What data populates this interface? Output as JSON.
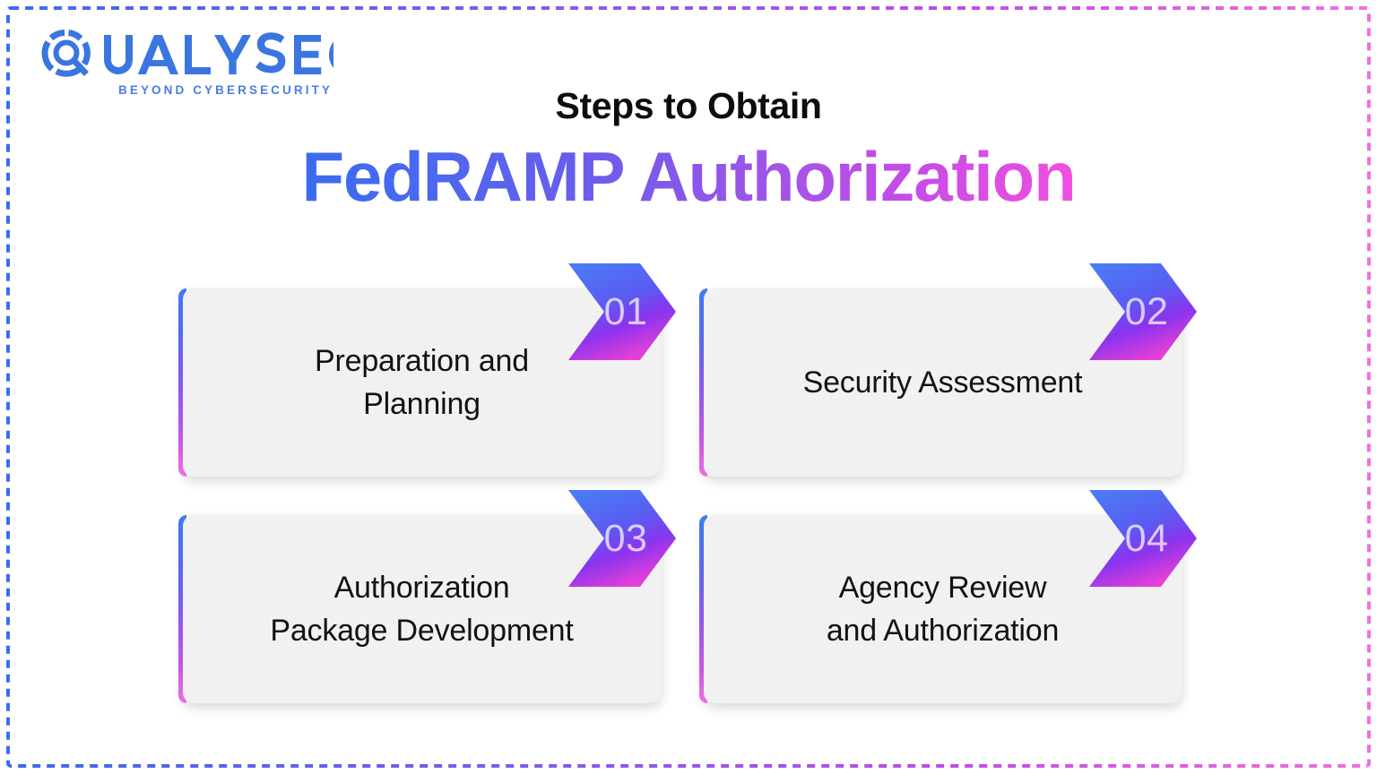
{
  "brand": {
    "logo_name": "QUALYSEC",
    "logo_icon": "qualysec-q-magnifier-logo",
    "tagline": "BEYOND CYBERSECURITY",
    "logo_color": "#3b76e0"
  },
  "heading": {
    "eyebrow": "Steps to Obtain",
    "title": "FedRAMP Authorization",
    "gradient_start": "#3b6bf0",
    "gradient_mid": "#7b5ce8",
    "gradient_end": "#f04fe0"
  },
  "frame": {
    "style": "dashed",
    "gradient_start": "#3b6bf0",
    "gradient_end": "#ef6fe0"
  },
  "steps": [
    {
      "number": "01",
      "label": "Preparation and\nPlanning"
    },
    {
      "number": "02",
      "label": "Security Assessment"
    },
    {
      "number": "03",
      "label": "Authorization\nPackage Development"
    },
    {
      "number": "04",
      "label": "Agency Review\nand Authorization"
    }
  ],
  "card_style": {
    "background": "#f1f1f1",
    "accent_gradient_start": "#3f7bf0",
    "accent_gradient_end": "#ef6fe0",
    "badge_gradient_top": "#4a7bf5",
    "badge_gradient_mid": "#6d3ff0",
    "badge_gradient_bottom": "#e23fd6"
  }
}
